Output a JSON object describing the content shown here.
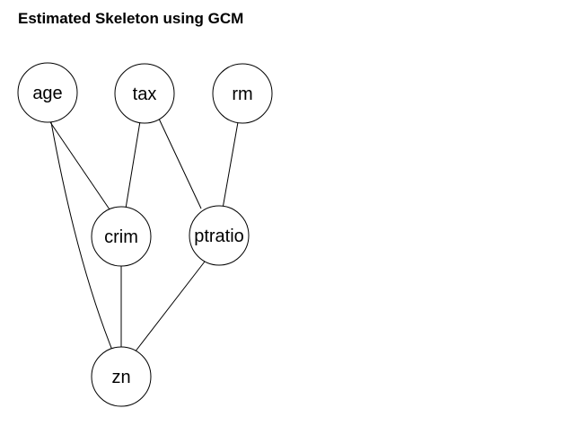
{
  "title": "Estimated Skeleton using GCM",
  "nodes": [
    {
      "id": "age",
      "label": "age"
    },
    {
      "id": "tax",
      "label": "tax"
    },
    {
      "id": "rm",
      "label": "rm"
    },
    {
      "id": "crim",
      "label": "crim"
    },
    {
      "id": "ptratio",
      "label": "ptratio"
    },
    {
      "id": "zn",
      "label": "zn"
    }
  ],
  "edges": [
    {
      "from": "age",
      "to": "crim"
    },
    {
      "from": "age",
      "to": "zn"
    },
    {
      "from": "tax",
      "to": "crim"
    },
    {
      "from": "tax",
      "to": "ptratio"
    },
    {
      "from": "rm",
      "to": "ptratio"
    },
    {
      "from": "crim",
      "to": "zn"
    },
    {
      "from": "ptratio",
      "to": "zn"
    }
  ]
}
